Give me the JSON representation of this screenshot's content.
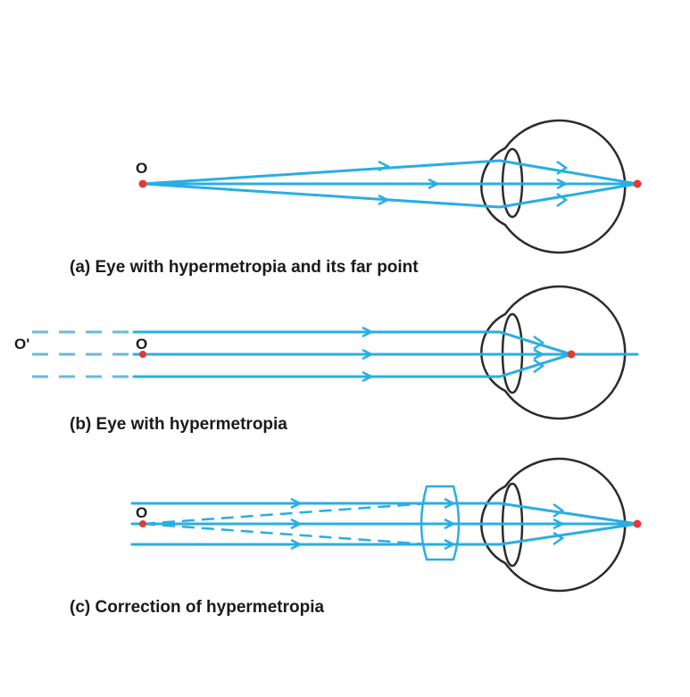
{
  "figures": {
    "a": {
      "caption": "(a) Eye with hypermetropia and its far point",
      "object_label": "O"
    },
    "b": {
      "caption": "(b) Eye with hypermetropia",
      "object_label": "O",
      "far_label": "O'"
    },
    "c": {
      "caption": "(c) Correction of hypermetropia",
      "object_label": "O"
    }
  },
  "colors": {
    "ray": "#29aee3",
    "ray_dashed": "#6bb9d8",
    "eye_outline": "#2b2b2b",
    "point": "#e23a3a",
    "lens": "#29aee3"
  }
}
